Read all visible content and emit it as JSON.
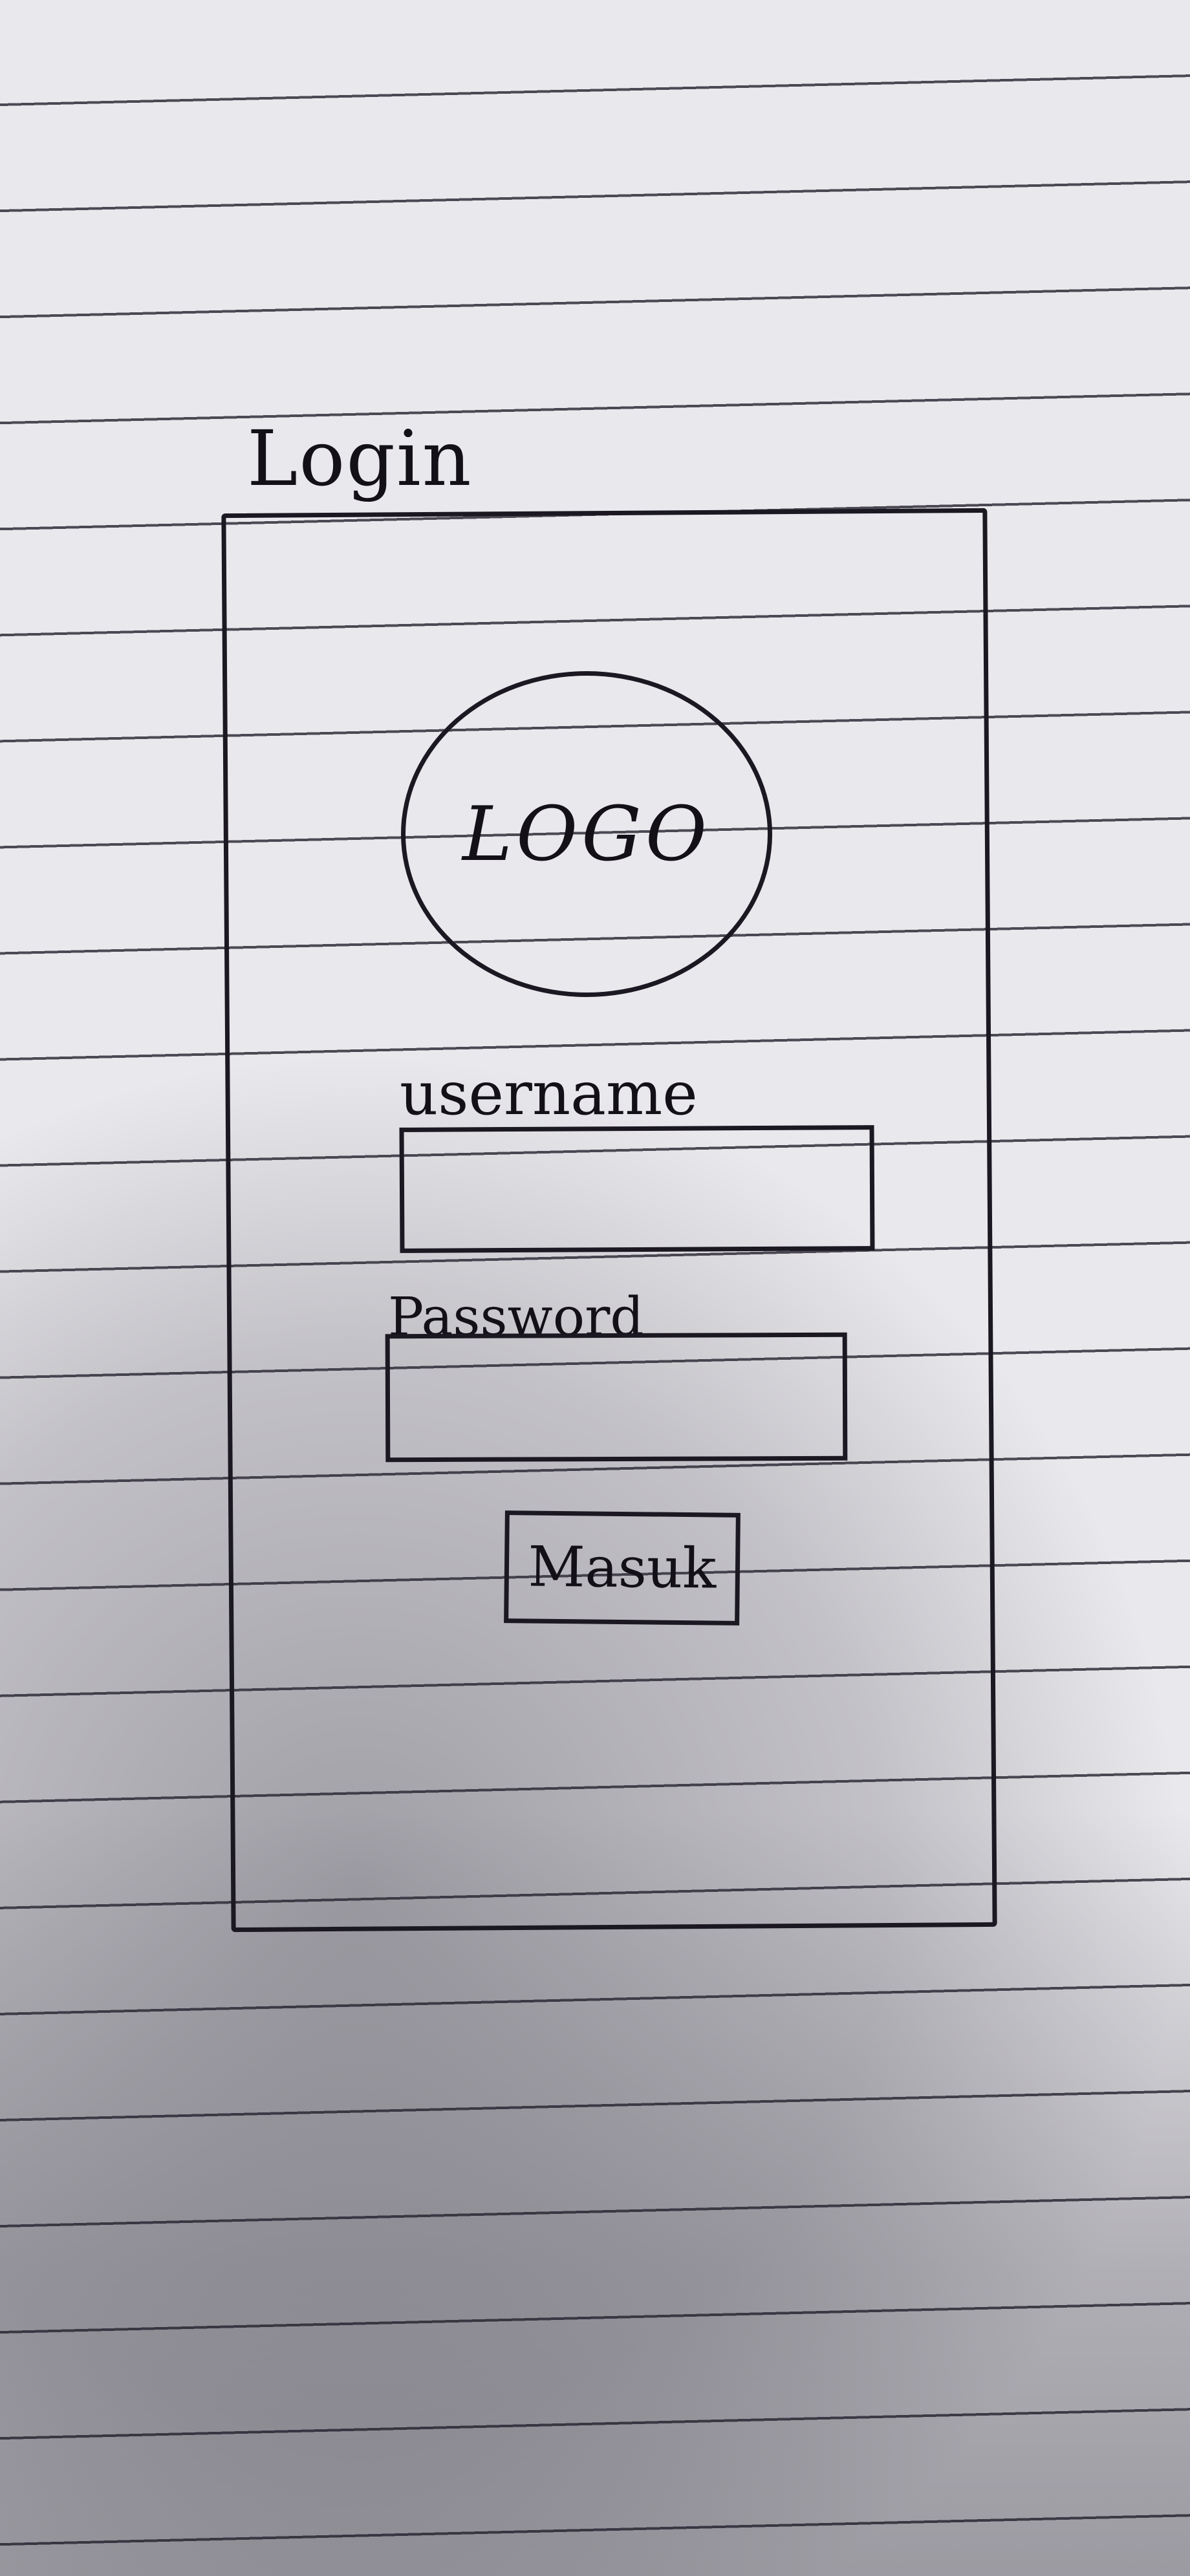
{
  "screen": {
    "title": "Login"
  },
  "logo": {
    "text": "LOGO"
  },
  "form": {
    "username_label": "username",
    "password_label": "Password",
    "submit_label": "Masuk"
  }
}
